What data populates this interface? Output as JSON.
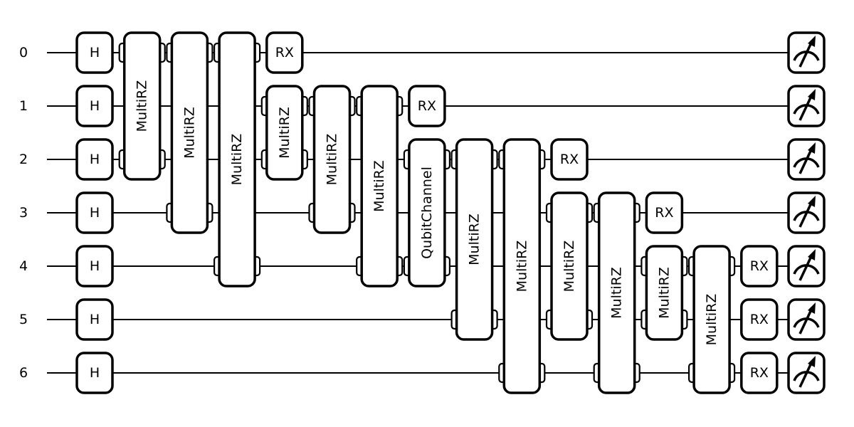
{
  "wires": [
    "0",
    "1",
    "2",
    "3",
    "4",
    "5",
    "6"
  ],
  "gates": [
    {
      "label": "H",
      "wires": [
        0
      ]
    },
    {
      "label": "H",
      "wires": [
        1
      ]
    },
    {
      "label": "H",
      "wires": [
        2
      ]
    },
    {
      "label": "H",
      "wires": [
        3
      ]
    },
    {
      "label": "H",
      "wires": [
        4
      ]
    },
    {
      "label": "H",
      "wires": [
        5
      ]
    },
    {
      "label": "H",
      "wires": [
        6
      ]
    },
    {
      "label": "MultiRZ",
      "wires": [
        0,
        2
      ]
    },
    {
      "label": "MultiRZ",
      "wires": [
        0,
        3
      ]
    },
    {
      "label": "MultiRZ",
      "wires": [
        0,
        4
      ]
    },
    {
      "label": "RX",
      "wires": [
        0
      ]
    },
    {
      "label": "MultiRZ",
      "wires": [
        1,
        2
      ]
    },
    {
      "label": "MultiRZ",
      "wires": [
        1,
        3
      ]
    },
    {
      "label": "MultiRZ",
      "wires": [
        1,
        4
      ]
    },
    {
      "label": "RX",
      "wires": [
        1
      ]
    },
    {
      "label": "QubitChannel",
      "wires": [
        2,
        4
      ]
    },
    {
      "label": "MultiRZ",
      "wires": [
        2,
        5
      ]
    },
    {
      "label": "MultiRZ",
      "wires": [
        2,
        6
      ]
    },
    {
      "label": "RX",
      "wires": [
        2
      ]
    },
    {
      "label": "MultiRZ",
      "wires": [
        3,
        5
      ]
    },
    {
      "label": "MultiRZ",
      "wires": [
        3,
        6
      ]
    },
    {
      "label": "RX",
      "wires": [
        3
      ]
    },
    {
      "label": "MultiRZ",
      "wires": [
        4,
        5
      ]
    },
    {
      "label": "MultiRZ",
      "wires": [
        4,
        6
      ]
    },
    {
      "label": "RX",
      "wires": [
        4
      ]
    },
    {
      "label": "RX",
      "wires": [
        5
      ]
    },
    {
      "label": "RX",
      "wires": [
        6
      ]
    }
  ],
  "measurements": [
    0,
    1,
    2,
    3,
    4,
    5,
    6
  ],
  "icons": {
    "measure": "measurement-meter-icon"
  }
}
